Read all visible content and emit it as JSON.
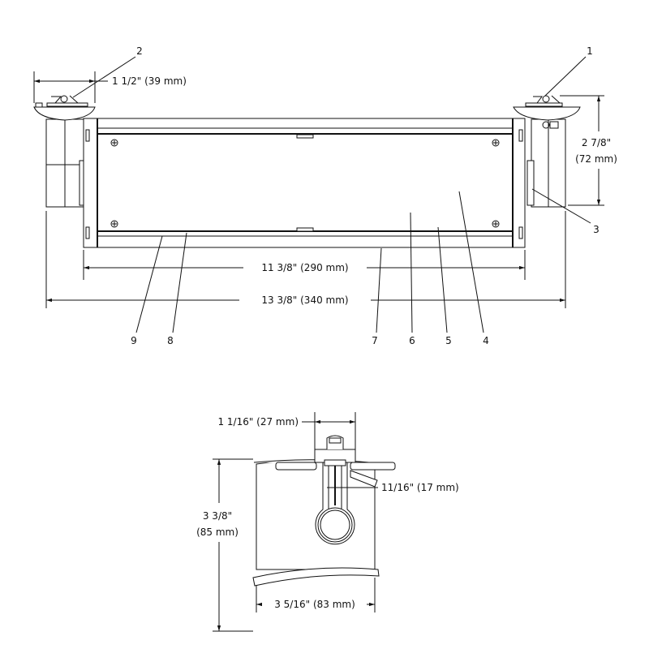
{
  "top_view": {
    "dimensions": {
      "bracket_width": "1 1/2\" (39 mm)",
      "height_in": "2 7/8\"",
      "height_mm": "(72 mm)",
      "inner_width": "11 3/8\" (290 mm)",
      "overall_width": "13 3/8\" (340 mm)"
    },
    "callouts": [
      "1",
      "2",
      "3",
      "4",
      "5",
      "6",
      "7",
      "8",
      "9"
    ]
  },
  "side_view": {
    "dimensions": {
      "clip_width": "1 1/16\" (27 mm)",
      "slot_width": "11/16\" (17 mm)",
      "height_in": "3 3/8\"",
      "height_mm": "(85 mm)",
      "width": "3 5/16\" (83 mm)"
    }
  }
}
